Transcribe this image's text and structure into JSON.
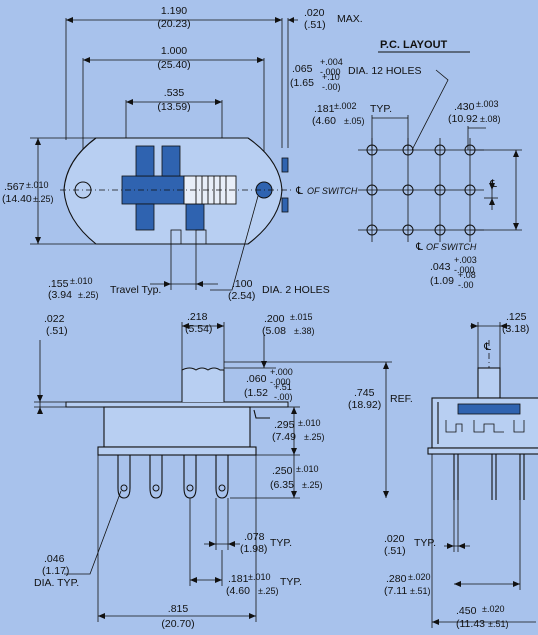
{
  "palette": {
    "background": "#a8c2ec",
    "accent_blue": "#2f63b0",
    "line": "#111111"
  },
  "top_view": {
    "overall_width": {
      "inch": "1.190",
      "mm": "(20.23)"
    },
    "tab_max": {
      "inch": ".020",
      "mm": "(.51)",
      "suffix": "MAX."
    },
    "hole_spacing": {
      "inch": "1.000",
      "mm": "(25.40)"
    },
    "pin_spread": {
      "inch": ".535",
      "mm": "(13.59)"
    },
    "height": {
      "inch": ".567",
      "tol": "±.010",
      "mm": "(14.40",
      "mm_tol": "±.25)"
    },
    "travel": {
      "inch": ".155",
      "tol": "±.010",
      "mm": "(3.94",
      "mm_tol": "±.25)",
      "label": "Travel Typ."
    },
    "mount_holes": {
      "inch": ".100",
      "mm": "(2.54)",
      "label": "DIA. 2 HOLES"
    },
    "centerline_label": "OF SWITCH"
  },
  "pc_layout": {
    "title": "P.C. LAYOUT",
    "hole_dia": {
      "inch": ".065",
      "tol_up": "+.004",
      "tol_dn": "-.000",
      "mm": "(1.65",
      "mm_up": "+.10",
      "mm_dn": "-.00)",
      "label": "DIA. 12 HOLES"
    },
    "pitch": {
      "inch": ".181",
      "tol": "±.002",
      "label": "TYP.",
      "mm": "(4.60",
      "mm_tol": "±.05)"
    },
    "row_span": {
      "inch": ".430",
      "tol": "±.003",
      "mm": "(10.92",
      "mm_tol": "±.08)"
    },
    "offset": {
      "inch": ".043",
      "tol_up": "+.003",
      "tol_dn": "-.000",
      "mm": "(1.09",
      "mm_up": "+.08",
      "mm_dn": "-.00"
    },
    "centerline_label": "OF SWITCH",
    "grid": {
      "rows": 3,
      "cols": 4
    }
  },
  "side_view": {
    "flange": {
      "inch": ".022",
      "mm": "(.51)"
    },
    "actuator_width": {
      "inch": ".218",
      "mm": "(5.54)"
    },
    "actuator_height": {
      "inch": ".200",
      "tol": "±.015",
      "mm": "(5.08",
      "mm_tol": "±.38)"
    },
    "actuator_notch": {
      "inch": ".060",
      "tol_up": "+.000",
      "tol_dn": "-.000",
      "mm": "(1.52",
      "mm_up": "+.51",
      "mm_dn": "-.00)"
    },
    "overall_ref": {
      "inch": ".745",
      "mm": "(18.92)",
      "label": "REF."
    },
    "body_depth": {
      "inch": ".295",
      "tol": "±.010",
      "mm": "(7.49",
      "mm_tol": "±.25)"
    },
    "pin_length": {
      "inch": ".250",
      "tol": "±.010",
      "mm": "(6.35",
      "mm_tol": "±.25)"
    },
    "pin_width": {
      "inch": ".078",
      "label": "TYP.",
      "mm": "(1.98)"
    },
    "pin_pitch": {
      "inch": ".181",
      "tol": "±.010",
      "label": "TYP.",
      "mm": "(4.60",
      "mm_tol": "±.25)"
    },
    "pin_hole": {
      "inch": ".046",
      "mm": "(1.17)",
      "label": "DIA. TYP."
    },
    "overall_length": {
      "inch": ".815",
      "mm": "(20.70)"
    }
  },
  "end_view": {
    "width": {
      "inch": ".125",
      "mm": "(3.18)"
    },
    "pin_thk": {
      "inch": ".020",
      "label": "TYP.",
      "mm": "(.51)"
    },
    "row_spacing": {
      "inch": ".280",
      "tol": "±.020",
      "mm": "(7.11",
      "mm_tol": "±.51)"
    },
    "body_width": {
      "inch": ".450",
      "tol": "±.020",
      "mm": "(11.43",
      "mm_tol": "±.51)"
    },
    "centerline_symbol": "℄"
  }
}
